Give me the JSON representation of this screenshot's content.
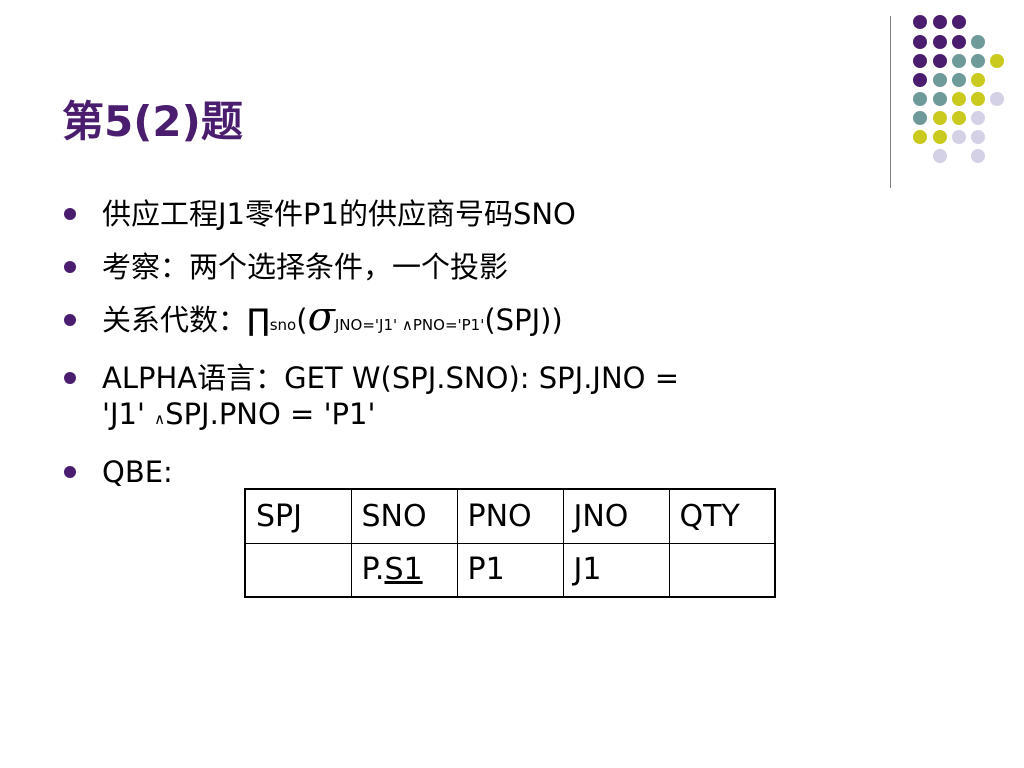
{
  "slide": {
    "title": "第5(2)题",
    "bullets": [
      {
        "text": "供应工程J1零件P1的供应商号码SNO"
      },
      {
        "text": "考察：两个选择条件，一个投影"
      },
      {
        "prefix": "关系代数：",
        "pi": "∏",
        "pi_sub": "sno",
        "open_paren": "(",
        "sigma": "σ",
        "sigma_sub_left": "JNO='J1' ",
        "and": "∧",
        "sigma_sub_right": "PNO='P1'",
        "tail": "(SPJ))"
      },
      {
        "line1": "ALPHA语言：GET W(SPJ.SNO): SPJ.JNO =",
        "line2_left": "'J1' ",
        "line2_and": "∧",
        "line2_right": "SPJ.PNO = 'P1'"
      },
      {
        "text": "QBE:"
      }
    ],
    "qbe_table": {
      "header": [
        "SPJ",
        "SNO",
        "PNO",
        "JNO",
        "QTY"
      ],
      "row": {
        "c0": "",
        "c1_prefix": "P.",
        "c1_example": "S1",
        "c2": "P1",
        "c3": "J1",
        "c4": ""
      }
    }
  },
  "decor": {
    "colors": {
      "title": "#4b1d6e",
      "dot_purple": "#4b1d6e",
      "dot_teal": "#6f9a9a",
      "dot_yellow": "#c9c91e",
      "dot_lavender": "#d4d0e6"
    }
  }
}
